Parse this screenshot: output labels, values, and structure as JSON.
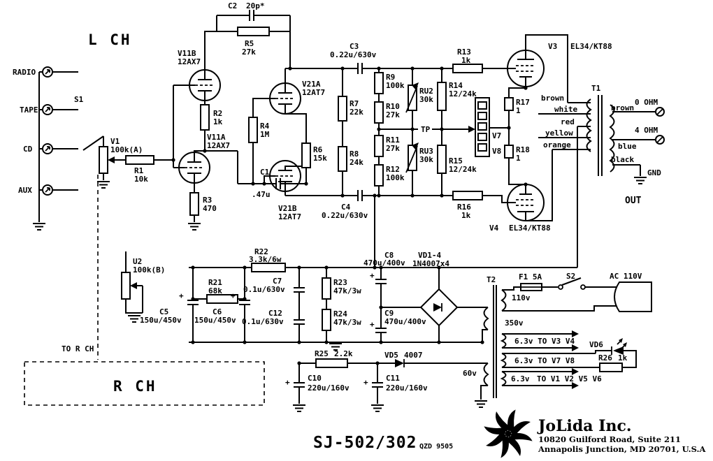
{
  "labels": {
    "l_ch": "L CH",
    "r_ch": "R CH",
    "to_r_ch": "TO R CH",
    "s1": "S1",
    "s2": "S2",
    "tp": "TP",
    "v7": "V7",
    "v8": "V8",
    "t1": "T1",
    "t2": "T2",
    "out": "OUT",
    "gnd": "GND",
    "ohm0": "0 OHM",
    "ohm4": "4 OHM",
    "f1": "F1 5A",
    "ac": "AC 110V",
    "v110": "110v",
    "v350": "350v",
    "v60": "60v",
    "h1": "6.3v TO V3 V4",
    "h2": "6.3v TO V7 V8",
    "h3a": "6.3v",
    "h3b": "TO V1 V2 V5 V6",
    "plus": "+"
  },
  "inputs": {
    "radio": "RADIO",
    "tape": "TAPE",
    "cd": "CD",
    "aux": "AUX"
  },
  "wires": {
    "brown": "brown",
    "white": "white",
    "red": "red",
    "yellow": "yellow",
    "orange": "orange",
    "brown2": "brown",
    "blue": "blue",
    "black": "black"
  },
  "tubes": {
    "v11b": {
      "n": "V11B",
      "t": "12AX7"
    },
    "v11a": {
      "n": "V11A",
      "t": "12AX7"
    },
    "v21a": {
      "n": "V21A",
      "t": "12AT7"
    },
    "v21b": {
      "n": "V21B",
      "t": "12AT7"
    },
    "v3": {
      "n": "V3",
      "t": "EL34/KT88"
    },
    "v4": {
      "n": "V4",
      "t": "EL34/KT88"
    }
  },
  "parts": {
    "v1": {
      "n": "V1",
      "v": "100k(A)"
    },
    "u2": {
      "n": "U2",
      "v": "100k(B)"
    },
    "r1": {
      "n": "R1",
      "v": "10k"
    },
    "r2": {
      "n": "R2",
      "v": "1k"
    },
    "r3": {
      "n": "R3",
      "v": "470"
    },
    "r4": {
      "n": "R4",
      "v": "1M"
    },
    "r5": {
      "n": "R5",
      "v": "27k"
    },
    "r6": {
      "n": "R6",
      "v": "15k"
    },
    "r7": {
      "n": "R7",
      "v": "22k"
    },
    "r8": {
      "n": "R8",
      "v": "24k"
    },
    "r9": {
      "n": "R9",
      "v": "100k"
    },
    "r10": {
      "n": "R10",
      "v": "27k"
    },
    "r11": {
      "n": "R11",
      "v": "27k"
    },
    "r12": {
      "n": "R12",
      "v": "100k"
    },
    "r13": {
      "n": "R13",
      "v": "1k"
    },
    "r14": {
      "n": "R14",
      "v": "12/24k"
    },
    "r15": {
      "n": "R15",
      "v": "12/24k"
    },
    "r16": {
      "n": "R16",
      "v": "1k"
    },
    "r17": {
      "n": "R17",
      "v": "1"
    },
    "r18": {
      "n": "R18",
      "v": "1"
    },
    "r21": {
      "n": "R21",
      "v": "68k"
    },
    "r22": {
      "n": "R22",
      "v": "3.3k/6w"
    },
    "r23": {
      "n": "R23",
      "v": "47k/3w"
    },
    "r24": {
      "n": "R24",
      "v": "47k/3w"
    },
    "r25": {
      "n": "R25",
      "v": "2.2k"
    },
    "r26": {
      "n": "R26",
      "v": "1k"
    },
    "ru2": {
      "n": "RU2",
      "v": "30k"
    },
    "ru3": {
      "n": "RU3",
      "v": "30k"
    },
    "c1": {
      "n": "C1",
      "v": ".47u"
    },
    "c2": {
      "n": "C2",
      "v": "20p*"
    },
    "c3": {
      "n": "C3",
      "v": "0.22u/630v"
    },
    "c4": {
      "n": "C4",
      "v": "0.22u/630v"
    },
    "c5": {
      "n": "C5",
      "v": "150u/450v"
    },
    "c6": {
      "n": "C6",
      "v": "150u/450v"
    },
    "c7": {
      "n": "C7",
      "v": "0.1u/630v"
    },
    "c8": {
      "n": "C8",
      "v": "470u/400v"
    },
    "c9": {
      "n": "C9",
      "v": "470u/400v"
    },
    "c10": {
      "n": "C10",
      "v": "220u/160v"
    },
    "c11": {
      "n": "C11",
      "v": "220u/160v"
    },
    "c12": {
      "n": "C12",
      "v": "0.1u/630v"
    },
    "vd14": {
      "n": "VD1-4",
      "v": "1N4007x4"
    },
    "vd5": {
      "n": "VD5",
      "v": "4007"
    },
    "vd6": {
      "n": "VD6"
    }
  },
  "title": {
    "model": "SJ-502/302",
    "code": "QZD 9505",
    "company": "JoLida Inc.",
    "addr1": "10820 Guilford Road, Suite 211",
    "addr2": "Annapolis Junction, MD 20701, U.S.A"
  }
}
